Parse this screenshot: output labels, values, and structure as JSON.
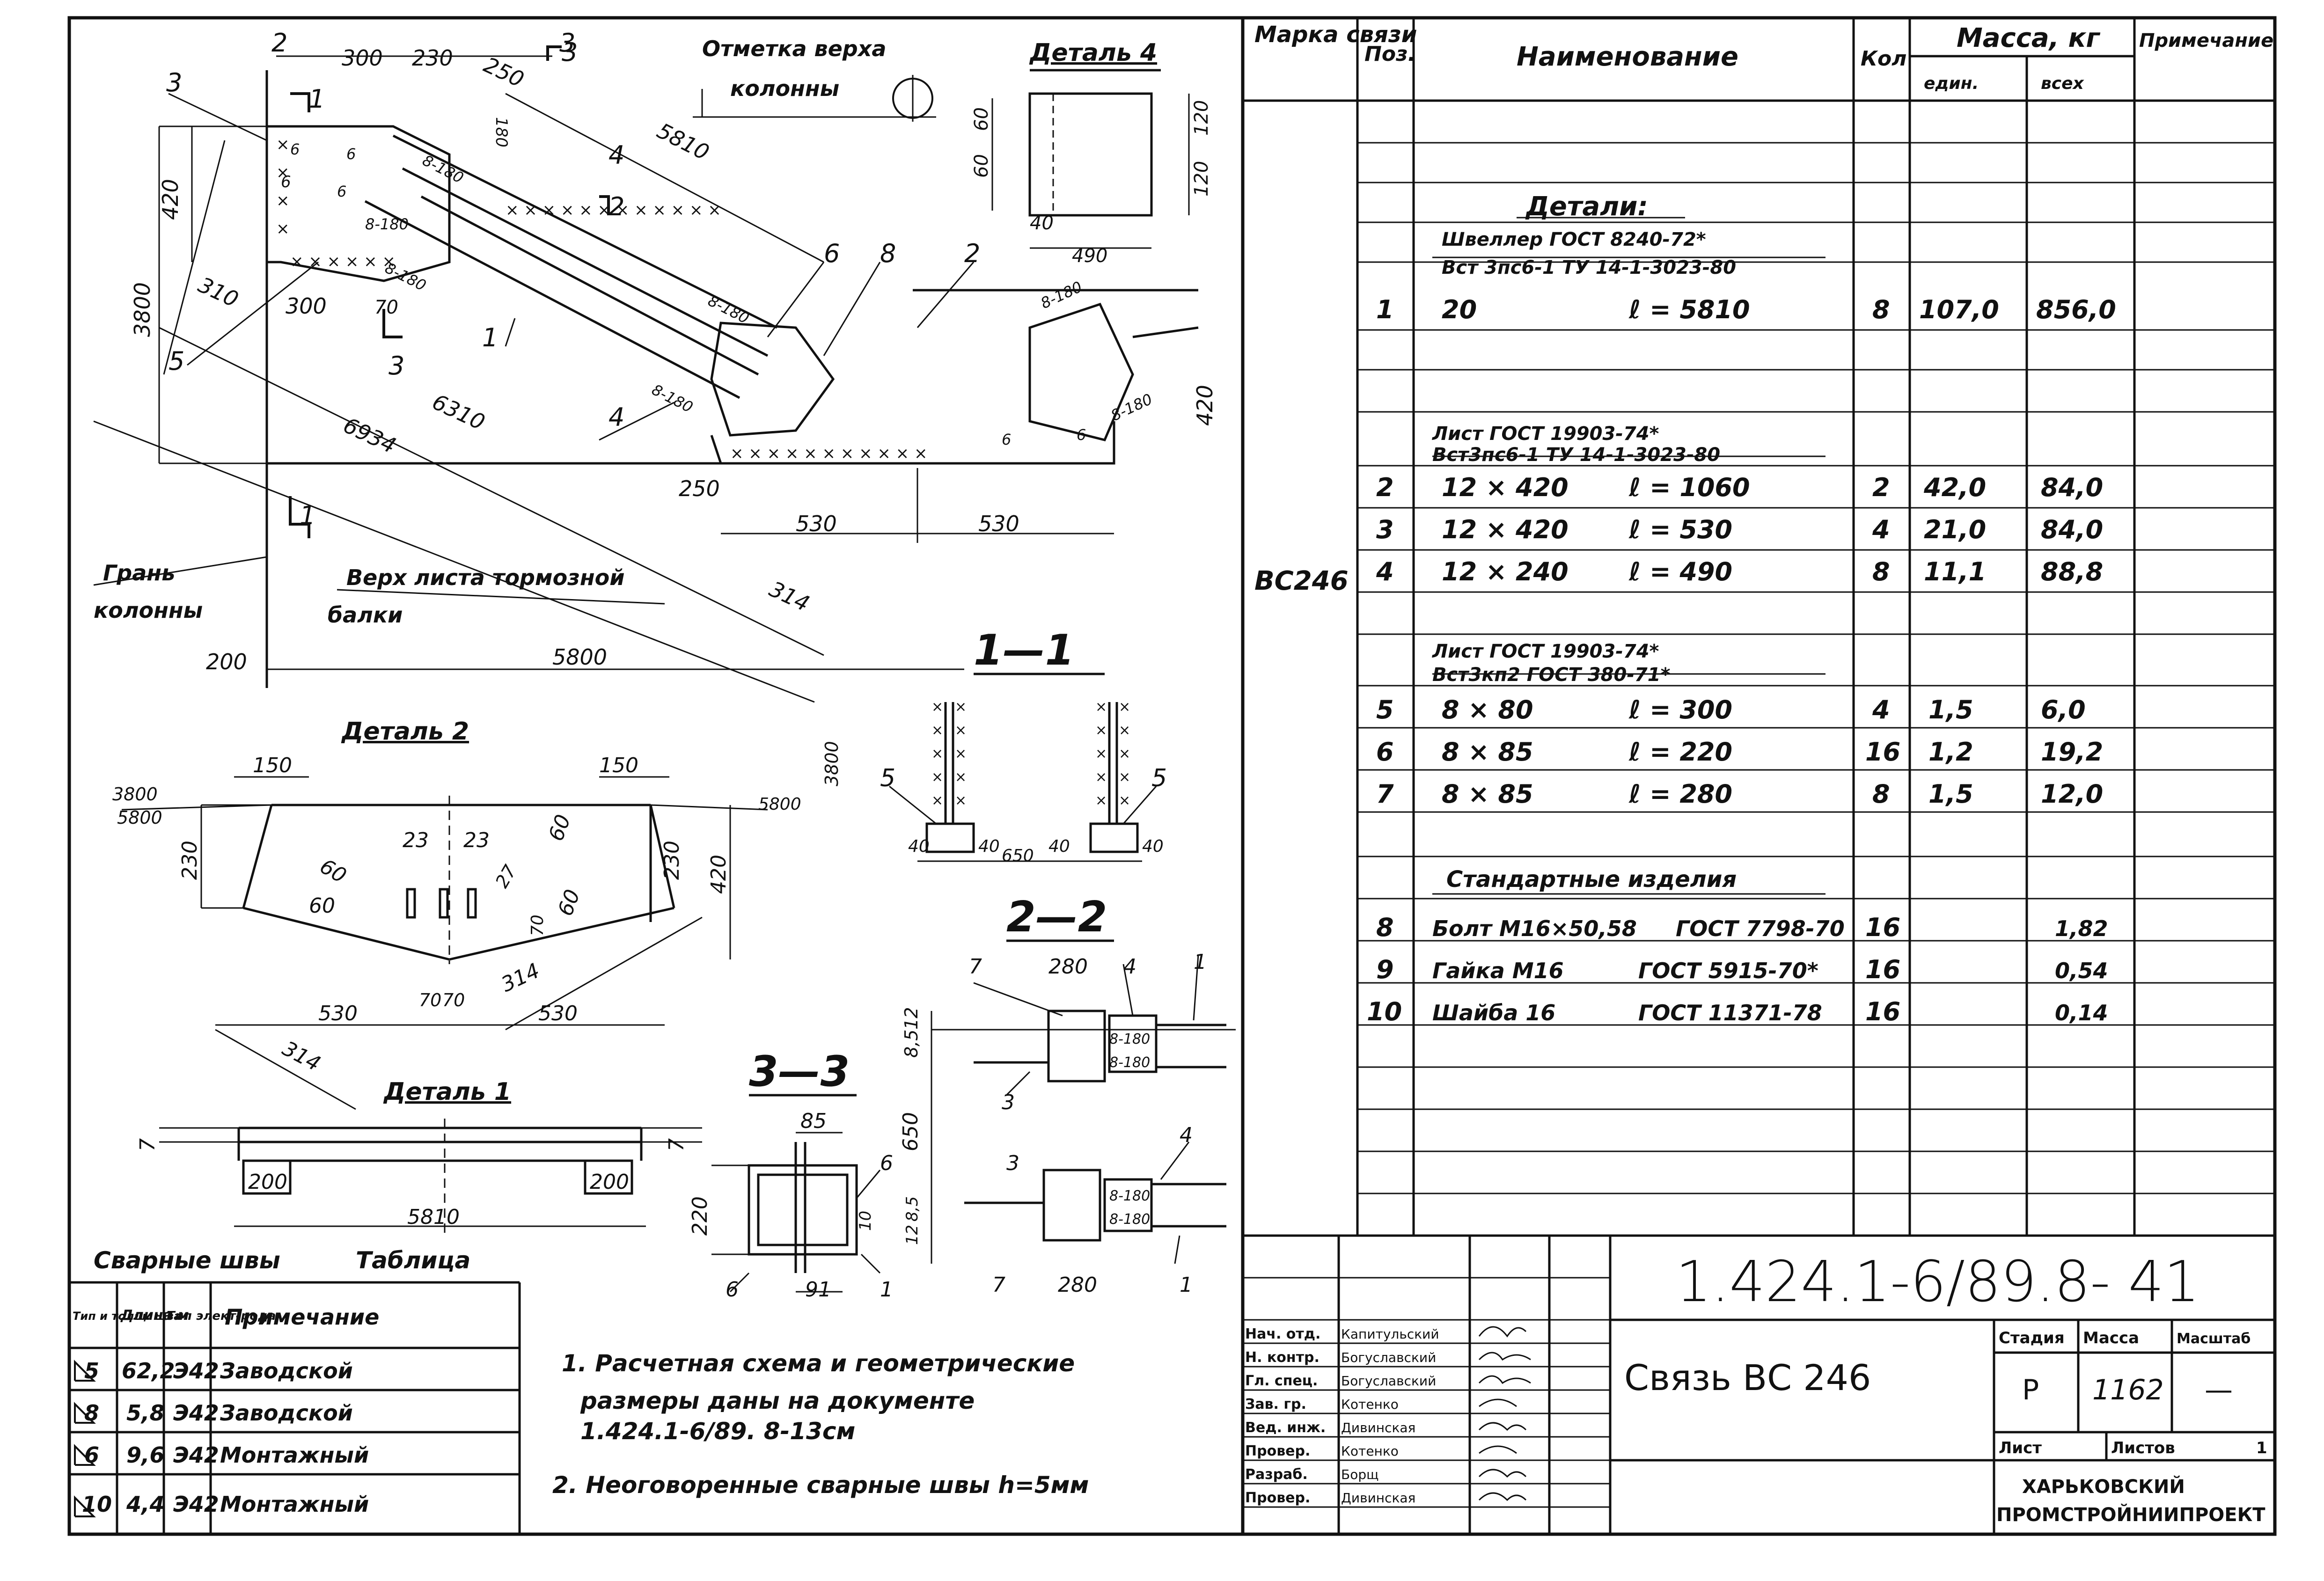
{
  "plan": {
    "marks": {
      "s2": "2",
      "s2b": "2",
      "s3": "3",
      "s3b": "3",
      "s1": "1",
      "s1b": "1",
      "p1": "1",
      "p2": "2",
      "p3": "3",
      "p3b": "3",
      "p4": "4",
      "p4b": "4",
      "p5": "5",
      "p6": "6",
      "p8": "8"
    },
    "dims": {
      "d300": "300",
      "d230": "230",
      "d250": "250",
      "d5810": "5810",
      "d180": "180",
      "d420": "420",
      "d3800": "3800",
      "d6x": "6",
      "d310": "310",
      "d300b": "300",
      "d70": "70",
      "d6310": "6310",
      "d6934": "6934",
      "d250b": "250",
      "d530a": "530",
      "d530b": "530",
      "d314": "314",
      "d200": "200",
      "d5800": "5800",
      "d420r": "420",
      "w8a": "8-180",
      "w8b": "8-180",
      "w8c": "8-180",
      "w8d": "8-180",
      "w8e": "8-180",
      "w8f": "8-180",
      "w8g": "8-180",
      "w6a": "6",
      "w6b": "6",
      "w6c": "6",
      "w6d": "6",
      "w6e": "6"
    },
    "labels": {
      "top_mark_1": "Отметка верха",
      "top_mark_2": "колонны",
      "face_1": "Грань",
      "face_2": "колонны",
      "beam_1": "Верх листа тормозной",
      "beam_2": "балки"
    }
  },
  "detail4": {
    "title": "Деталь 4",
    "d60a": "60",
    "d60b": "60",
    "d120a": "120",
    "d120b": "120",
    "d40": "40",
    "d490": "490"
  },
  "detail2": {
    "title": "Деталь 2",
    "d150a": "150",
    "d150b": "150",
    "d3800a": "3800",
    "d5800a": "5800",
    "d3800b": "3800",
    "d5800b": "5800",
    "d230a": "230",
    "d230b": "230",
    "d420": "420",
    "d23a": "23",
    "d23b": "23",
    "d27": "27",
    "d60a": "60",
    "d60b": "60",
    "d60c": "60",
    "d60d": "60",
    "d70a": "70",
    "d70b": "70",
    "d70c": "70",
    "d530a": "530",
    "d530b": "530",
    "d314a": "314",
    "d314b": "314"
  },
  "detail1": {
    "title": "Деталь 1",
    "d7a": "7",
    "d7b": "7",
    "d200a": "200",
    "d200b": "200",
    "d5810": "5810"
  },
  "sections": {
    "s11": {
      "title": "1—1",
      "m5a": "5",
      "m5b": "5",
      "d40a": "40",
      "d40b": "40",
      "d40c": "40",
      "d40d": "40",
      "d650": "650"
    },
    "s22": {
      "title": "2—2",
      "m7": "7",
      "d280": "280",
      "m4": "4",
      "m1": "1",
      "d128": "12",
      "d85": "8,5",
      "m3": "3",
      "w8a": "8-180",
      "w8b": "8-180",
      "d650": "650",
      "m3b": "3",
      "m4b": "4",
      "d85b": "8,5",
      "d12b": "12",
      "w8c": "8-180",
      "w8d": "8-180",
      "m7b": "7",
      "d280b": "280",
      "m1b": "1"
    },
    "s33": {
      "title": "3—3",
      "d85": "85",
      "m6": "6",
      "d220": "220",
      "d10": "10",
      "m6b": "6",
      "d91": "91",
      "m1": "1"
    }
  },
  "weld_table": {
    "title_left": "Сварные швы",
    "title_right": "Таблица",
    "headers": [
      "Тип и толщ. шва",
      "Длина м",
      "Тип элект-рода",
      "Примечание"
    ],
    "rows": [
      {
        "type": "5",
        "length": "62,2",
        "electrode": "Э42",
        "note": "Заводской"
      },
      {
        "type": "8",
        "length": "5,8",
        "electrode": "Э42",
        "note": "Заводской"
      },
      {
        "type": "6",
        "length": "9,6",
        "electrode": "Э42",
        "note": "Монтажный"
      },
      {
        "type": "10",
        "length": "4,4",
        "electrode": "Э42",
        "note": "Монтажный"
      }
    ]
  },
  "notes": {
    "n1a": "1. Расчетная схема и геометрические",
    "n1b": "размеры даны на документе",
    "n1c": "1.424.1-6/89. 8-13см",
    "n2": "2. Неоговоренные сварные швы h=5мм"
  },
  "spec": {
    "headers": {
      "mark": "Марка связи",
      "pos": "Поз.",
      "name": "Наименование",
      "qty": "Кол",
      "mass": "Масса, кг",
      "unit": "един.",
      "total": "всех",
      "note": "Примечание"
    },
    "mark_value": "ВС246",
    "sec_details": "Детали:",
    "std1a": "Швеллер  ГОСТ 8240-72*",
    "std1b": "Вст 3пс6-1  ТУ 14-1-3023-80",
    "std2a": "Лист          ГОСТ  19903-74*",
    "std2b": "Вст3пс6-1    ТУ 14-1-3023-80",
    "std3a": "Лист          ГОСТ  19903-74*",
    "std3b": "Вст3кп2    ГОСТ  380-71*",
    "sec_standard": "Стандартные  изделия",
    "rows": [
      {
        "pos": "1",
        "section": "20",
        "length": "ℓ = 5810",
        "qty": "8",
        "unit": "107,0",
        "total": "856,0"
      },
      {
        "pos": "2",
        "section": "12 × 420",
        "length": "ℓ = 1060",
        "qty": "2",
        "unit": "42,0",
        "total": "84,0"
      },
      {
        "pos": "3",
        "section": "12 × 420",
        "length": "ℓ = 530",
        "qty": "4",
        "unit": "21,0",
        "total": "84,0"
      },
      {
        "pos": "4",
        "section": "12 × 240",
        "length": "ℓ = 490",
        "qty": "8",
        "unit": "11,1",
        "total": "88,8"
      },
      {
        "pos": "5",
        "section": "8 × 80",
        "length": "ℓ = 300",
        "qty": "4",
        "unit": "1,5",
        "total": "6,0"
      },
      {
        "pos": "6",
        "section": "8 × 85",
        "length": "ℓ = 220",
        "qty": "16",
        "unit": "1,2",
        "total": "19,2"
      },
      {
        "pos": "7",
        "section": "8 × 85",
        "length": "ℓ = 280",
        "qty": "8",
        "unit": "1,5",
        "total": "12,0"
      },
      {
        "pos": "8",
        "section": "Болт М16×50,58",
        "length": "ГОСТ 7798-70",
        "qty": "16",
        "unit": "",
        "total": "1,82"
      },
      {
        "pos": "9",
        "section": "Гайка М16",
        "length": "ГОСТ 5915-70*",
        "qty": "16",
        "unit": "",
        "total": "0,54"
      },
      {
        "pos": "10",
        "section": "Шайба 16",
        "length": "ГОСТ 11371-78",
        "qty": "16",
        "unit": "",
        "total": "0,14"
      }
    ]
  },
  "title_block": {
    "doc_number": "1.424.1-6/89.8- 41",
    "roles": [
      "Нач. отд.",
      "Н. контр.",
      "Гл. спец.",
      "Зав. гр.",
      "Вед. инж.",
      "Провер.",
      "Разраб.",
      "Провер."
    ],
    "names": [
      "Капитульский",
      "Богуславский",
      "Богуславский",
      "Котенко",
      "Дивинская",
      "Котенко",
      "Борщ",
      "Дивинская"
    ],
    "title": "Связь ВС 246",
    "stage_label": "Стадия",
    "mass_label": "Масса",
    "scale_label": "Масштаб",
    "stage": "Р",
    "mass": "1162",
    "scale": "—",
    "sheet_label": "Лист",
    "sheets_label": "Листов",
    "sheets": "1",
    "org1": "ХАРЬКОВСКИЙ",
    "org2": "ПРОМСТРОЙНИИПРОЕКТ"
  }
}
